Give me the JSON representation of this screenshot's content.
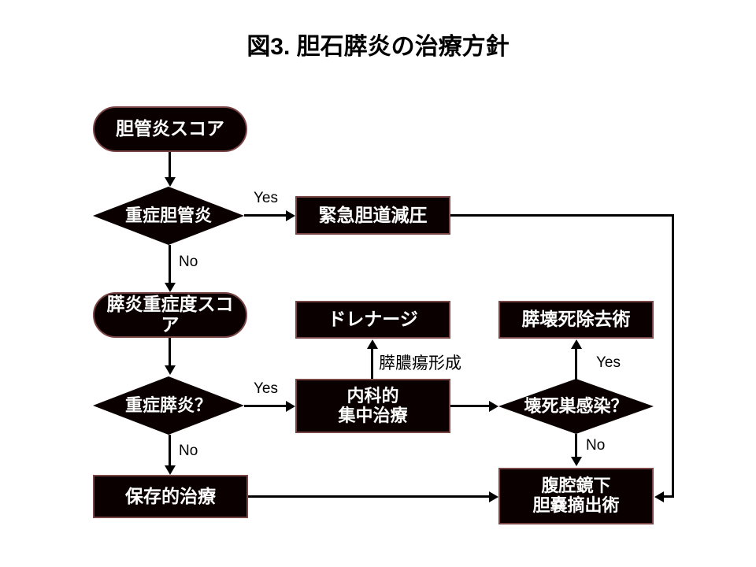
{
  "figure": {
    "title": "図3. 胆石膵炎の治療方針"
  },
  "nodes": {
    "cholangitis_score": {
      "label": "胆管炎スコア",
      "shape": "rounded-rect"
    },
    "severe_cholangitis": {
      "label": "重症胆管炎",
      "shape": "diamond"
    },
    "emergency_biliary_decompression": {
      "label": "緊急胆道減圧",
      "shape": "rect"
    },
    "pancreatitis_severity_score": {
      "label": "膵炎重症度スコア",
      "shape": "rounded-rect"
    },
    "severe_pancreatitis": {
      "label": "重症膵炎？",
      "shape": "diamond"
    },
    "drainage": {
      "label": "ドレナージ",
      "shape": "rect"
    },
    "intensive_medical_care": {
      "label": "内科的\n集中治療",
      "shape": "rect"
    },
    "necrosectomy": {
      "label": "膵壊死除去術",
      "shape": "rect"
    },
    "infected_necrosis": {
      "label": "壊死巣感染？",
      "shape": "diamond"
    },
    "conservative_treatment": {
      "label": "保存的治療",
      "shape": "rect"
    },
    "laparoscopic_cholecystectomy": {
      "label": "腹腔鏡下\n胆嚢摘出術",
      "shape": "rect"
    }
  },
  "edge_labels": {
    "cholangitis_yes": "Yes",
    "cholangitis_no": "No",
    "pancreatitis_yes": "Yes",
    "pancreatitis_no": "No",
    "pancreatic_abscess": "膵膿瘍形成",
    "necrosis_yes": "Yes",
    "necrosis_no": "No"
  },
  "colors": {
    "node_fill": "#0a0000",
    "node_border": "#7a4545",
    "node_text": "#ffffff",
    "line": "#000000",
    "background": "#ffffff",
    "title_text": "#000000"
  }
}
